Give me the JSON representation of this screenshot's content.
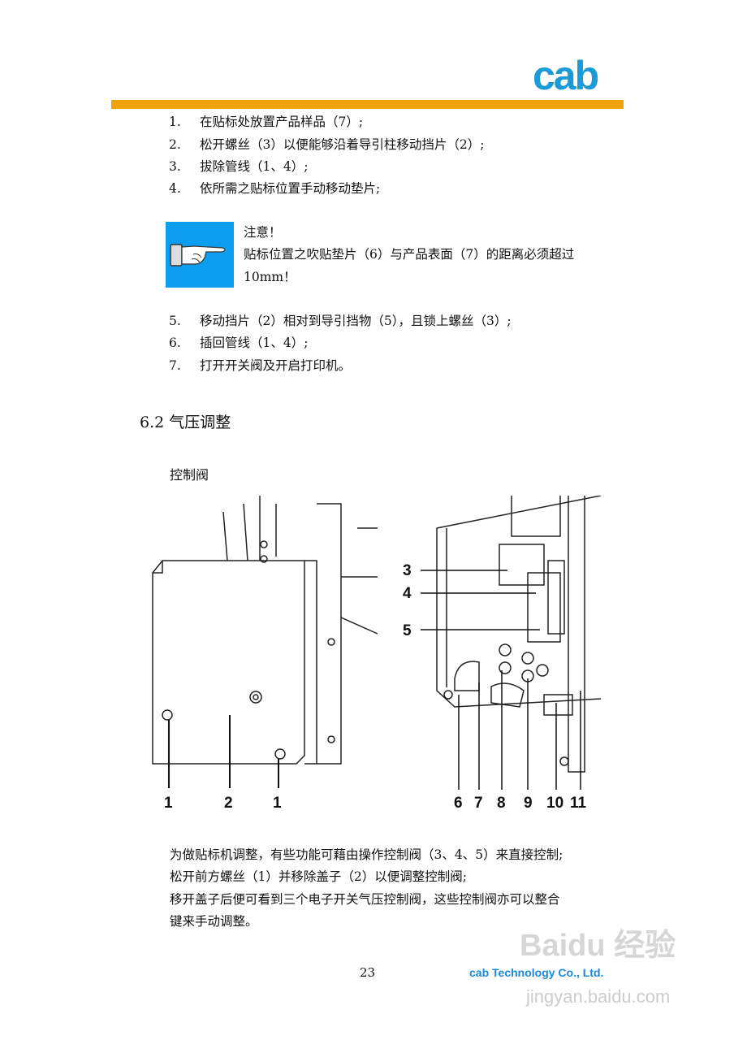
{
  "header": {
    "logo_text": "cab",
    "accent_color": "#f0a30a",
    "brand_color": "#1a9ad6"
  },
  "steps_a": [
    {
      "num": "1.",
      "text": "在贴标处放置产品样品（7）;"
    },
    {
      "num": "2.",
      "text": "松开螺丝（3）以便能够沿着导引柱移动挡片（2）;"
    },
    {
      "num": "3.",
      "text": "拔除管线（1、4）;"
    },
    {
      "num": "4.",
      "text": "依所需之贴标位置手动移动垫片;"
    }
  ],
  "note": {
    "icon": "pointing-hand-icon",
    "title": "注意！",
    "line1": "贴标位置之吹贴垫片（6）与产品表面（7）的距离必须超过",
    "line2": "10mm！"
  },
  "steps_b": [
    {
      "num": "5.",
      "text": "移动挡片（2）相对到导引挡物（5），且锁上螺丝（3）;"
    },
    {
      "num": "6.",
      "text": "插回管线（1、4）;"
    },
    {
      "num": "7.",
      "text": "打开开关阀及开启打印机。"
    }
  ],
  "section": {
    "title": "6.2  气压调整",
    "subtitle": "控制阀"
  },
  "figure_left": {
    "labels": [
      "1",
      "2",
      "1"
    ]
  },
  "figure_right": {
    "callouts": [
      "3",
      "4",
      "5"
    ],
    "labels": [
      "6",
      "7",
      "8",
      "9",
      "10",
      "11"
    ]
  },
  "paragraph": [
    "为做贴标机调整，有些功能可藉由操作控制阀（3、4、5）来直接控制;",
    "松开前方螺丝（1）并移除盖子（2）以便调整控制阀;",
    "移开盖子后便可看到三个电子开关气压控制阀，这些控制阀亦可以整合",
    "键来手动调整。"
  ],
  "footer": {
    "page": "23",
    "company": "cab Technology Co., Ltd."
  },
  "watermark": {
    "text": "Baidu 经验",
    "url_text": "jingyan.baidu.com"
  }
}
